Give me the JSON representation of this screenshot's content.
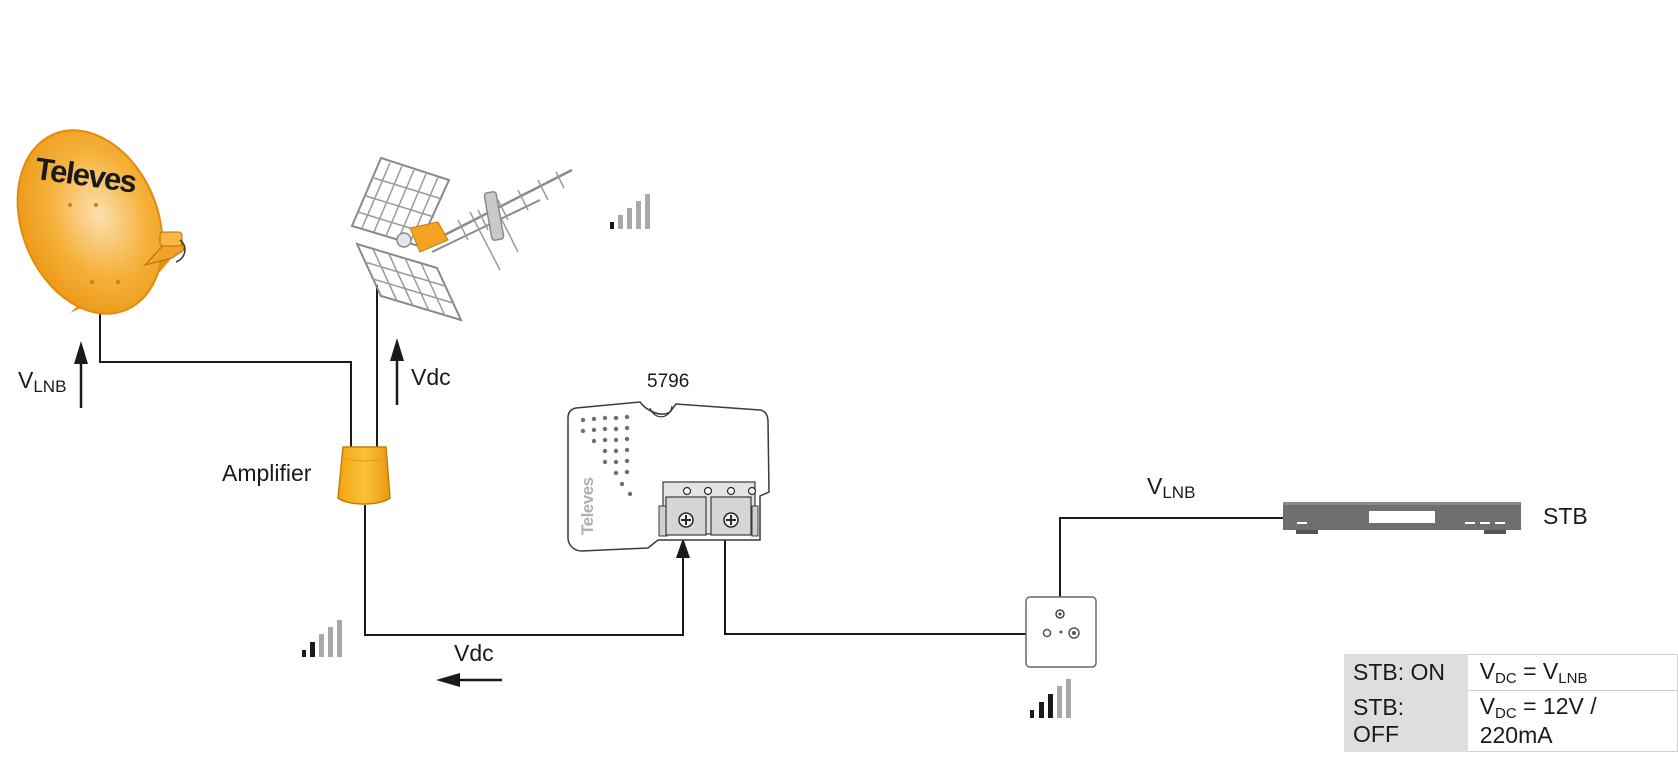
{
  "brand": "Televes",
  "labels": {
    "vlnb_main": "V",
    "vlnb_sub": "LNB",
    "vdc_antenna": "Vdc",
    "vdc_bottom": "Vdc",
    "amplifier": "Amplifier",
    "power_supply_ref": "5796",
    "vlnb_stb_main": "V",
    "vlnb_stb_sub": "LNB",
    "stb": "STB"
  },
  "state_table": {
    "rows": [
      {
        "key": "STB: ON",
        "value_main": "V",
        "value_sub": "DC",
        "value_mid": " = V",
        "value_sub2": "LNB",
        "value_tail": ""
      },
      {
        "key": "STB: OFF",
        "value_main": "V",
        "value_sub": "DC",
        "value_mid": " = 12V / 220mA",
        "value_sub2": "",
        "value_tail": ""
      }
    ]
  },
  "colors": {
    "dish_orange": "#f3a321",
    "amplifier_orange": "#f7b21e",
    "stb_grey": "#6f6f6f",
    "line": "#1a1a1a",
    "device_grey": "#d9d9d9"
  },
  "icons": [
    "satellite-dish-icon",
    "terrestrial-antenna-icon",
    "signal-strength-icon",
    "amplifier-icon",
    "power-supply-icon",
    "wall-outlet-icon",
    "set-top-box-icon"
  ]
}
